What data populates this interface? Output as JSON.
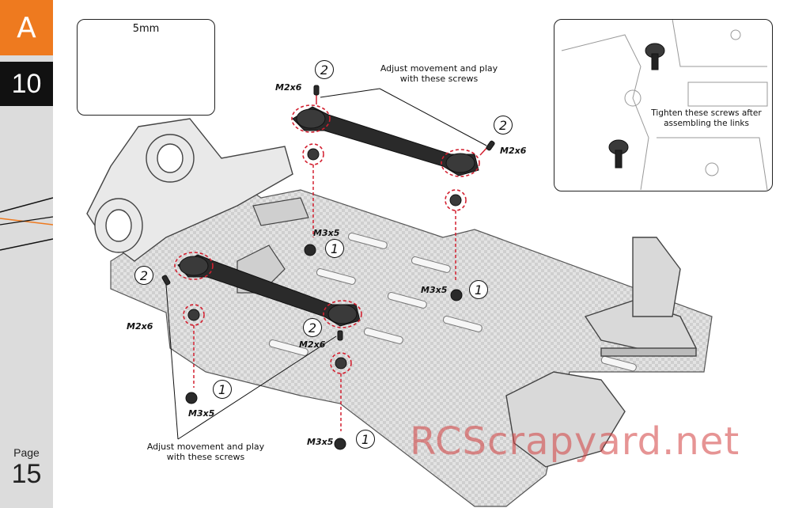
{
  "sidebar": {
    "section_letter": "A",
    "step_number": "10",
    "page_label": "Page",
    "page_number": "15",
    "accent_color": "#ee7a1f"
  },
  "ball_inset": {
    "size_label": "5mm"
  },
  "detail_inset": {
    "note": "Tighten these screws after assembling the links"
  },
  "callouts": {
    "top": "Adjust movement and play with these screws",
    "bottom": "Adjust movement and play with these screws"
  },
  "screws": {
    "m2_top_left": "M2x6",
    "m2_top_right": "M2x6",
    "m2_left": "M2x6",
    "m2_mid": "M2x6",
    "m3_a": "M3x5",
    "m3_b": "M3x5",
    "m3_c": "M3x5",
    "m3_d": "M3x5"
  },
  "steps": {
    "s1": "2",
    "s2": "2",
    "s3": "2",
    "s4": "2",
    "s5": "1",
    "s6": "1",
    "s7": "1",
    "s8": "1"
  },
  "watermark": "RCScrapyard.net"
}
